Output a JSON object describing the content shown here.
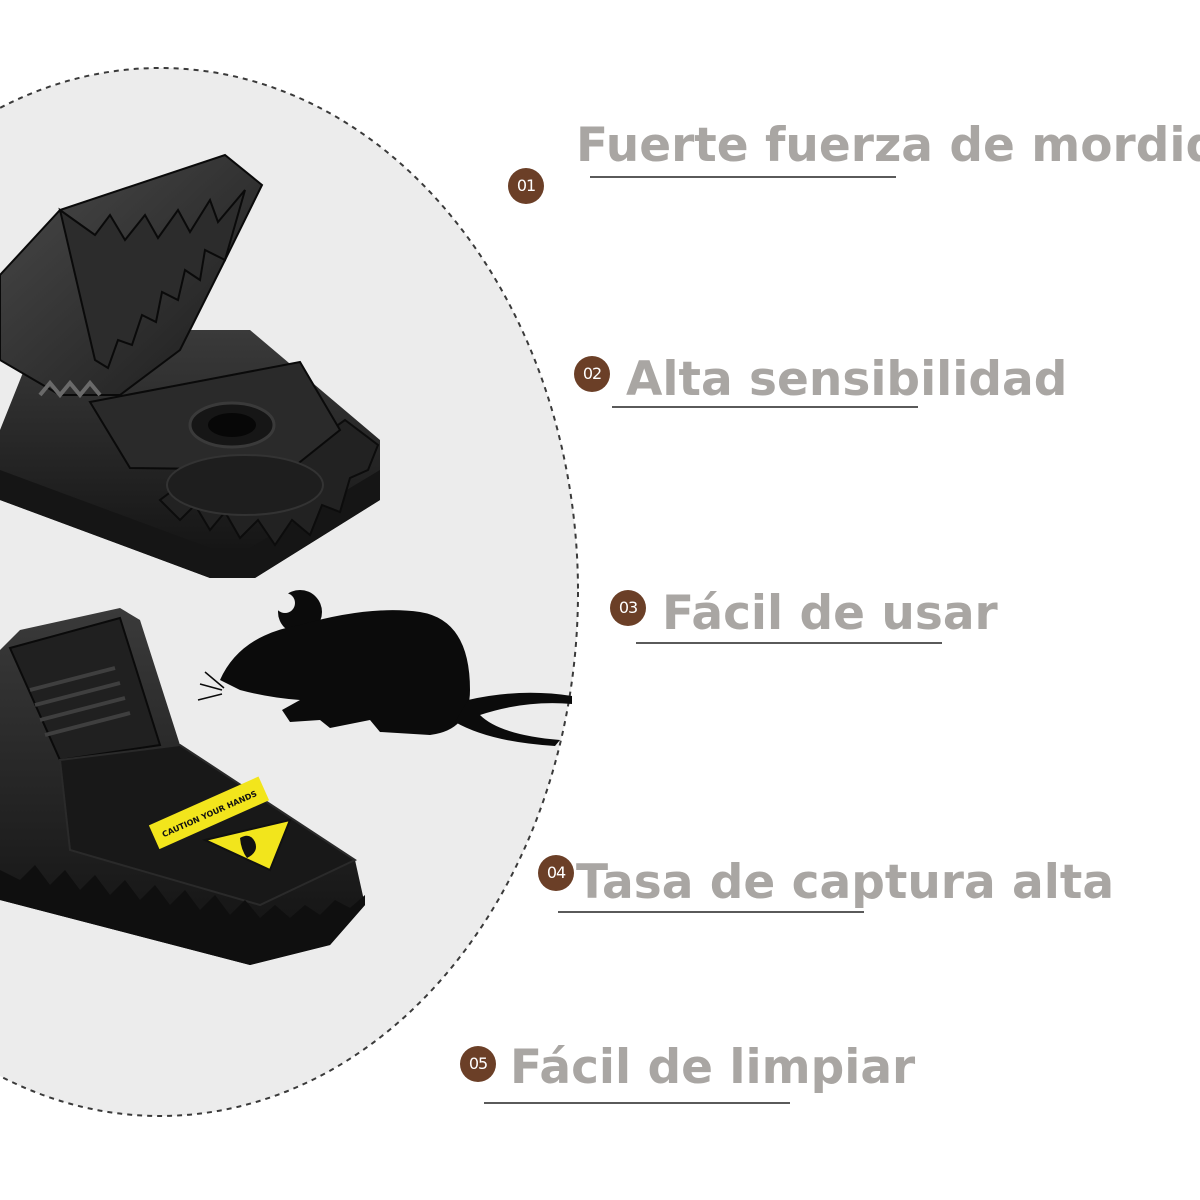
{
  "colors": {
    "background": "#ffffff",
    "ellipse_fill": "#ececec",
    "ellipse_border": "#3a3a3a",
    "badge": "#6b3f27",
    "label_text": "#a9a6a3",
    "underline": "#5a5a5a",
    "trap_body": "#1a1a1a",
    "caution_label": "#f2e51c"
  },
  "illustration": {
    "trap_open_icon": "open-mouse-trap",
    "trap_closed_icon": "closed-mouse-trap",
    "mouse_icon": "mouse-silhouette",
    "caution_text": "CAUTION YOUR HANDS"
  },
  "features": [
    {
      "number": "01",
      "label": "Fuerte fuerza de mordida"
    },
    {
      "number": "02",
      "label": "Alta sensibilidad"
    },
    {
      "number": "03",
      "label": "Fácil de usar"
    },
    {
      "number": "04",
      "label": "Tasa de captura alta"
    },
    {
      "number": "05",
      "label": "Fácil de limpiar"
    }
  ]
}
